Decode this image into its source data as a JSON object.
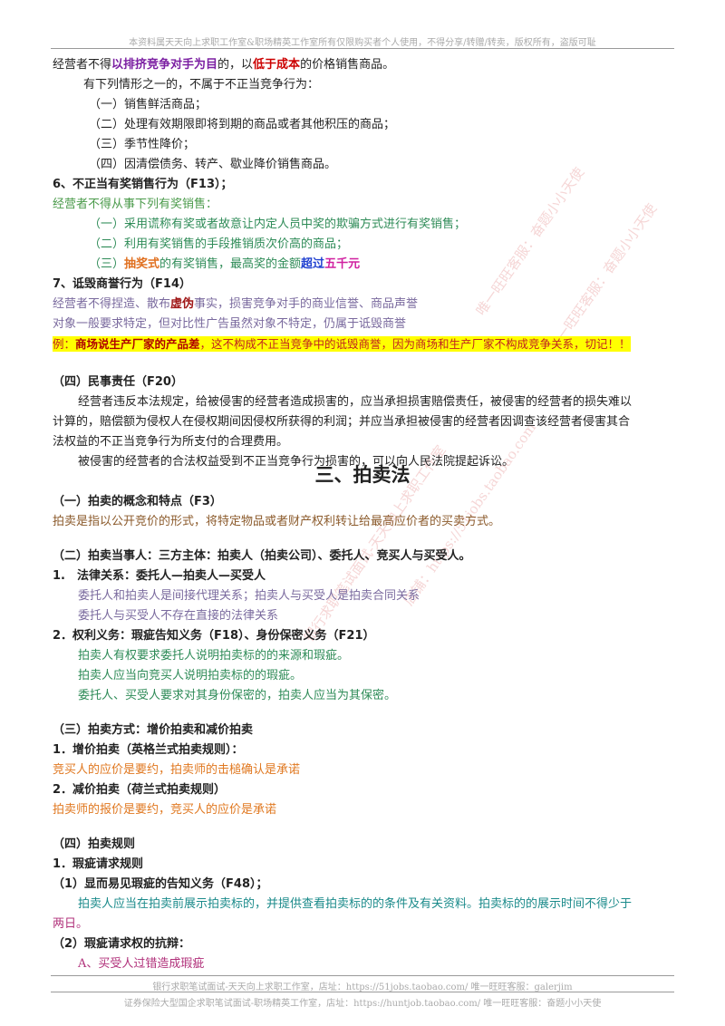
{
  "header": "本资料属天天向上求职工作室&职场精英工作室所有仅限购买者个人使用，不得分享/转赠/转卖，版权所有，盗版可耻",
  "lines": {
    "l1a": "经营者不得",
    "l1b": "以排挤竞争对手为目",
    "l1c": "的，以",
    "l1d": "低于成本",
    "l1e": "的价格销售商品。",
    "l2": "有下列情形之一的，不属于不正当竞争行为：",
    "l3": "（一）销售鲜活商品；",
    "l4": "（二）处理有效期限即将到期的商品或者其他积压的商品；",
    "l5": "（三）季节性降价；",
    "l6": "（四）因清偿债务、转产、歇业降价销售商品。",
    "l7": "6、不正当有奖销售行为（F13）；",
    "l8": "经营者不得从事下列有奖销售：",
    "l9": "（一）采用谎称有奖或者故意让内定人员中奖的欺骗方式进行有奖销售；",
    "l10": "（二）利用有奖销售的手段推销质次价高的商品；",
    "l11a": "（三）",
    "l11b": "抽奖式",
    "l11c": "的有奖销售，最高奖的金额",
    "l11d": "超过",
    "l11e": "五千元",
    "l12": "7、诋毁商誉行为（F14）",
    "l13a": "经营者不得捏造、散布",
    "l13b": "虚伪",
    "l13c": "事实，损害竞争对手的商业信誉、商品声誉",
    "l14": "对象一般要求特定，但对比性广告虽然对象不特定，仍属于诋毁商誉",
    "l15a": "例：",
    "l15b": "商场说生产厂家的产品差",
    "l15c": "，这不构成不正当竞争中的诋毁商誉，因为商场和生产厂家不构成竞争关系，切记！！",
    "l16": "（四）民事责任（F20）",
    "l17": "经营者违反本法规定，给被侵害的经营者造成损害的，应当承担损害赔偿责任，被侵害的经营者的损失难以",
    "l18": "计算的，赔偿额为侵权人在侵权期间因侵权所获得的利润；并应当承担被侵害的经营者因调查该经营者侵害其合",
    "l19": "法权益的不正当竞争行为所支付的合理费用。",
    "l20": "被侵害的经营者的合法权益受到不正当竞争行为损害的，可以向人民法院提起诉讼。",
    "title": "三、拍卖法",
    "l21": "（一）拍卖的概念和特点（F3）",
    "l22": "拍卖是指以公开竞价的形式，将特定物品或者财产权利转让给最高应价者的买卖方式。",
    "l23": "（二）拍卖当事人：三方主体：拍卖人（拍卖公司）、委托人、竞买人与买受人。",
    "l24": "1.　法律关系：委托人—拍卖人—买受人",
    "l25": "委托人和拍卖人是间接代理关系；拍卖人与买受人是拍卖合同关系",
    "l26": "委托人与买受人不存在直接的法律关系",
    "l27": "2．权利义务：瑕疵告知义务（F18）、身份保密义务（F21）",
    "l28": "拍卖人有权要求委托人说明拍卖标的的来源和瑕疵。",
    "l29": "拍卖人应当向竞买人说明拍卖标的的瑕疵。",
    "l30": "委托人、买受人要求对其身份保密的，拍卖人应当为其保密。",
    "l31": "（三）拍卖方式：增价拍卖和减价拍卖",
    "l32": "1．增价拍卖（英格兰式拍卖规则）：",
    "l33": "竞买人的应价是要约，拍卖师的击槌确认是承诺",
    "l34": "2．减价拍卖（荷兰式拍卖规则）",
    "l35": "拍卖师的报价是要约，竞买人的应价是承诺",
    "l36": "（四）拍卖规则",
    "l37": "1．瑕疵请求规则",
    "l38": "（1）显而易见瑕疵的告知义务（F48）；",
    "l39": "拍卖人应当在拍卖前展示拍卖标的，并提供查看拍卖标的的条件及有关资料。拍卖标的的展示时间不得少于",
    "l40": "两日。",
    "l41": "（2）瑕疵请求权的抗辩：",
    "l42": "A、买受人过错造成瑕疵"
  },
  "watermark": {
    "w1": "唯一旺旺客服：奋题小小天使",
    "w2": "银行求职笔试面试-天天向上求职工作室",
    "w3": "店铺：https://51jobs.taobao.com"
  },
  "footer": {
    "f1": "银行求职笔试面试-天天向上求职工作室，店址：https://51jobs.taobao.com/ 唯一旺旺客服：galerjim",
    "f2": "证券保险大型国企求职笔试面试-职场精英工作室，店址：https://huntjob.taobao.com/ 唯一旺旺客服：奋题小小天使"
  }
}
